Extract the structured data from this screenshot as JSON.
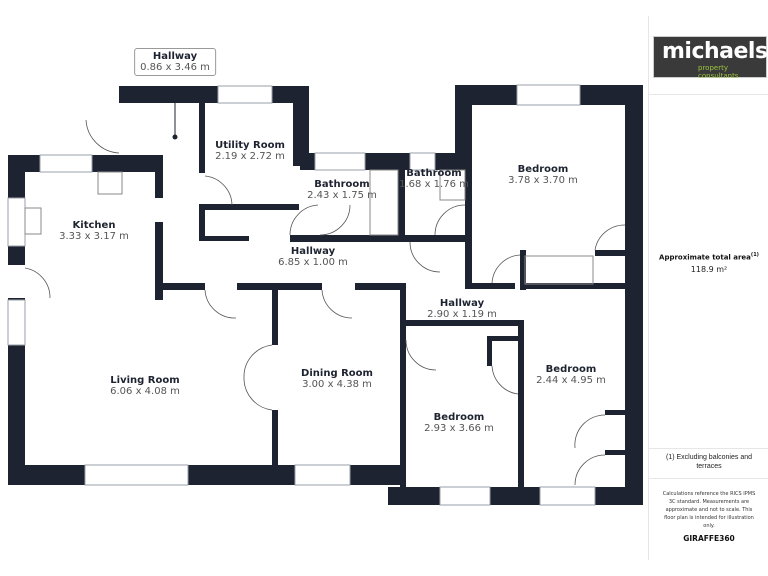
{
  "rooms": [
    {
      "name": "Hallway",
      "dims": "0.86 x 3.46 m"
    },
    {
      "name": "Utility Room",
      "dims": "2.19 x 2.72 m"
    },
    {
      "name": "Kitchen",
      "dims": "3.33 x 3.17 m"
    },
    {
      "name": "Bathroom",
      "dims": "2.43 x 1.75 m"
    },
    {
      "name": "Bathroom",
      "dims": "1.68 x 1.76 m"
    },
    {
      "name": "Bedroom",
      "dims": "3.78 x 3.70 m"
    },
    {
      "name": "Hallway",
      "dims": "6.85 x 1.00 m"
    },
    {
      "name": "Hallway",
      "dims": "2.90 x 1.19 m"
    },
    {
      "name": "Living Room",
      "dims": "6.06 x 4.08 m"
    },
    {
      "name": "Dining Room",
      "dims": "3.00 x 4.38 m"
    },
    {
      "name": "Bedroom",
      "dims": "2.93 x 3.66 m"
    },
    {
      "name": "Bedroom",
      "dims": "2.44 x 4.95 m"
    }
  ],
  "sidebar": {
    "logo": {
      "brand": "michaels",
      "tagline": "property consultants",
      "color": "#9cc43a"
    },
    "area_title": "Approximate total area",
    "area_note_ref": "(1)",
    "area_value": "118.9 m²",
    "footnote": "(1) Excluding balconies and terraces",
    "disclaimer": "Calculations reference the RICS IPMS 3C standard. Measurements are approximate and not to scale. This floor plan is intended for illustration only.",
    "credit": "GIRAFFE360"
  },
  "colors": {
    "wall": "#1d2330"
  }
}
